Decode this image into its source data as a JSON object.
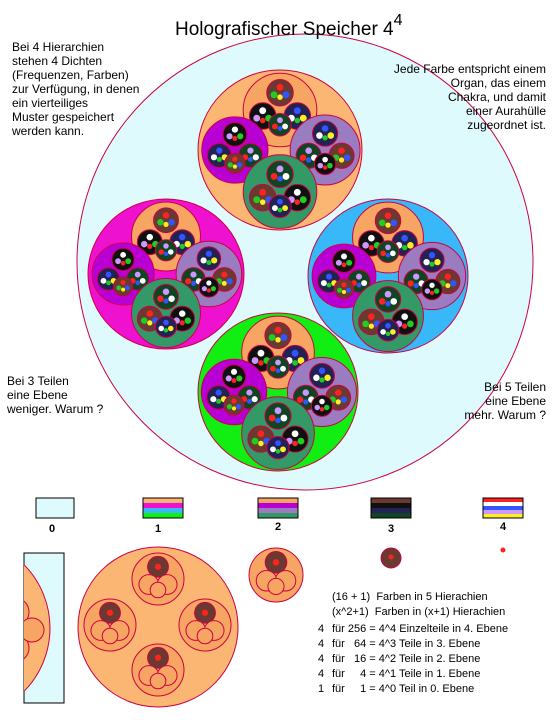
{
  "title": {
    "text": "Holografischer Speicher  4",
    "exponent": "4"
  },
  "notes": {
    "top_left": "Bei 4 Hierarchien\nstehen 4 Dichten\n(Frequenzen, Farben)\nzur Verfügung, in denen\nein vierteiliges\nMuster gespeichert\nwerden kann.",
    "top_right": "Jede Farbe entspricht einem\nOrgan, das einem\nChakra, und damit\neiner Aurahülle\nzugeordnet ist.",
    "mid_left": "Bei 3 Teilen\neine Ebene\nweniger. Warum ?",
    "mid_right": "Bei 5 Teilen\neine Ebene\nmehr. Warum ?"
  },
  "levels": [
    {
      "label": "0"
    },
    {
      "label": "1"
    },
    {
      "label": "2"
    },
    {
      "label": "3"
    },
    {
      "label": "4"
    }
  ],
  "equations": {
    "line1": "(16 + 1)  Farben in 5 Hierachien",
    "line2": "(x^2+1)  Farben in (x+1) Hierachien",
    "line3_count": "4",
    "line3": "für 256 = 4^4 Einzelteile in 4. Ebene",
    "line4_count": "4",
    "line4": "für   64 = 4^3 Teile in 3. Ebene",
    "line5_count": "4",
    "line5": "für   16 = 4^2 Teile in 2. Ebene",
    "line6_count": "4",
    "line6": "für     4 = 4^1 Teile in 1. Ebene",
    "line7_count": "1",
    "line7": "für     1 = 4^0 Teil in 0. Ebene"
  },
  "colors": {
    "outer": "#dffafc",
    "orange": "#fbb673",
    "magenta": "#ee11cf",
    "blue": "#38b8f8",
    "green": "#11ee11",
    "level2_orange": "#f7a562",
    "level2_purple": "#b800d4",
    "level2_lilac": "#9c7cc0",
    "level2_teal": "#339966",
    "level3_dark": "#6a3a30",
    "level3_black": "#101010",
    "level3_navy": "#222255",
    "level3_darkgreen": "#114422",
    "dot_red": "#ff2222",
    "dot_green": "#22cc22",
    "dot_blue": "#3355ff",
    "dot_yellow": "#ffee22",
    "dot_white": "#ffffff",
    "dot_lilac": "#cc99ff",
    "stroke": "#cc0044"
  }
}
